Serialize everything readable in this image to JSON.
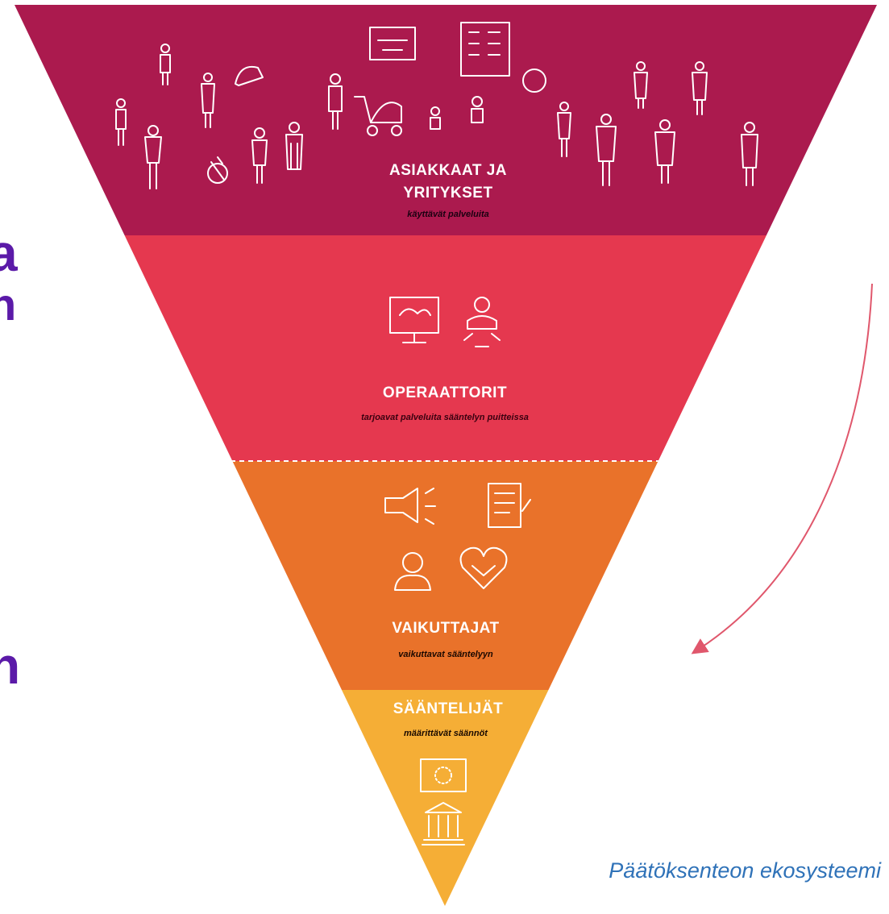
{
  "colors": {
    "customers": "#ab1a4e",
    "operators": "#e5384f",
    "influencers": "#e9722a",
    "regulators": "#f5ae36",
    "arrow": "#e0576c",
    "caption": "#2f72b8",
    "edge_text": "#5b1aa8"
  },
  "edge_glyphs": [
    "a",
    "n",
    "n"
  ],
  "layers": [
    {
      "title_lines": [
        "ASIAKKAAT JA",
        "YRITYKSET"
      ],
      "subtitle": "käyttävät palveluita"
    },
    {
      "title_lines": [
        "OPERAATTORIT"
      ],
      "subtitle": "tarjoavat palveluita sääntelyn puitteissa"
    },
    {
      "title_lines": [
        "VAIKUTTAJAT"
      ],
      "subtitle": "vaikuttavat sääntelyyn"
    },
    {
      "title_lines": [
        "SÄÄNTELIJÄT"
      ],
      "subtitle": "määrittävät säännöt"
    }
  ],
  "caption": "Päätöksenteon ekosysteemi",
  "icons": {
    "customers": [
      "person-icon",
      "stroller-icon",
      "screen-icon",
      "building-icon",
      "dog-icon",
      "cyclist-icon"
    ],
    "operators": [
      "network-monitor-icon",
      "group-icon"
    ],
    "influencers": [
      "megaphone-icon",
      "document-icon",
      "expert-icon",
      "handshake-heart-icon"
    ],
    "regulators": [
      "eu-flag-icon",
      "government-building-icon"
    ]
  }
}
